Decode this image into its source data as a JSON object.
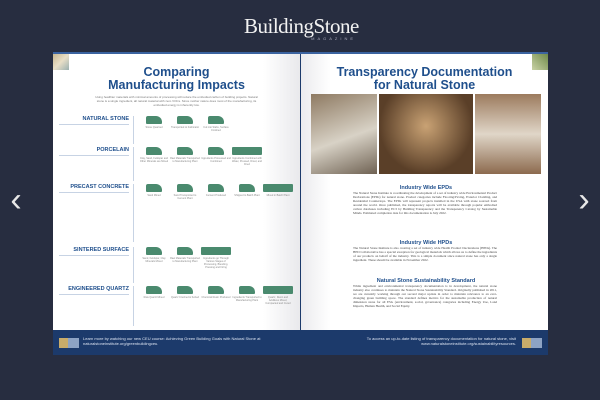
{
  "header": {
    "logo": "BuildingStone",
    "logo_sub": "MAGAZINE"
  },
  "nav": {
    "prev": "‹",
    "next": "›"
  },
  "left_page": {
    "title_line1": "Comparing",
    "title_line2": "Manufacturing Impacts",
    "intro": "Using healthier materials with minimal amounts of processing will reduce the embodied carbon of building projects. Natural stone is a single ingredient, all natural material with zero VOCs. Since mother nature does most of the manufacturing, its embodied energy is inherently low.",
    "rows": [
      {
        "label": "NATURAL STONE",
        "captions": [
          "Stone Quarried",
          "Transported to Fabricator",
          "Cut into Slabs, Surface Finished"
        ]
      },
      {
        "label": "PORCELAIN",
        "captions": [
          "Clay, Sand, Feldspar and Other Minerals are Mined",
          "Raw Materials Transported to Manufacturing Plant",
          "Ingredients Processed and Combined",
          "Ingredients Combined with Water, Pressed, Dried, and Fired"
        ]
      },
      {
        "label": "PRECAST CONCRETE",
        "captions": [
          "Sand Mined",
          "Sand Transported to Cement Plant",
          "Cement Produced",
          "Shipped to Batch Plant",
          "Mixed in Batch Plant"
        ]
      },
      {
        "label": "SINTERED SURFACE",
        "captions": [
          "Sand, Feldspar, Clay Minerals Mined",
          "Raw Materials Transported to Manufacturing Plant",
          "Ingredients go Through Various Stages of Processing, Blending, Pressing and Firing"
        ]
      },
      {
        "label": "ENGINEERED QUARTZ",
        "captions": [
          "Raw Quartz Mined",
          "Quartz Crushed & Sorted",
          "Chemical Resin Produced",
          "Ingredients Transported to Manufacturing Plant",
          "Quartz, Resin and Additives Mixed, Compacted and Cured"
        ]
      }
    ],
    "footer": "Learn more by watching our new CEU course: Achieving Green Building Goals with Natural Stone at naturalstoneinstitute.org/greenbuildingceu."
  },
  "right_page": {
    "title_line1": "Transparency Documentation",
    "title_line2": "for Natural Stone",
    "sections": [
      {
        "heading": "Industry Wide EPDs",
        "body": "The Natural Stone Institute is coordinating the development of a set of industry wide Environmental Product Declarations (EPDs) for natural stone. Product categories include Flooring/Paving, Exterior Cladding, and Residential Countertops. The EPDs will represent projects installed in the USA with stone sourced from around the world. Once published, the transparency reports will be available through popular embodied carbon databases including EC3 by Building Transparency and the Transparency Catalog by Sustainable Minds. Estimated completion date for this documentation is July 2022."
      },
      {
        "heading": "Industry Wide HPDs",
        "body": "The Natural Stone Institute is also creating a set of industry wide Health Product Declarations (HPDs). The HPD Collaborative has a special exception for geological materials which allows us to define the ingredients of our products on behalf of the industry. This is a simple document since natural stone has only a single ingredient. These should be available in November 2022."
      },
      {
        "heading": "Natural Stone Sustainability Standard",
        "body": "While ingredient and environmental transparency documentation is in development, the natural stone industry also continues to maintain the Natural Stone Sustainability Standard. Originally published in 2011, we are currently working through our second major update in order to maintain relevance to an ever-changing green building space. The standard defines metrics for the sustainable production of natural dimension stone for all ESG (environment, social, governance) categories including Energy Use, Land Impacts, Human Health, and Social Equity."
      }
    ],
    "footer": "To access an up-to-date listing of transparency documentation for natural stone, visit www.naturalstoneinstitute.org/sustainabilityresources."
  }
}
